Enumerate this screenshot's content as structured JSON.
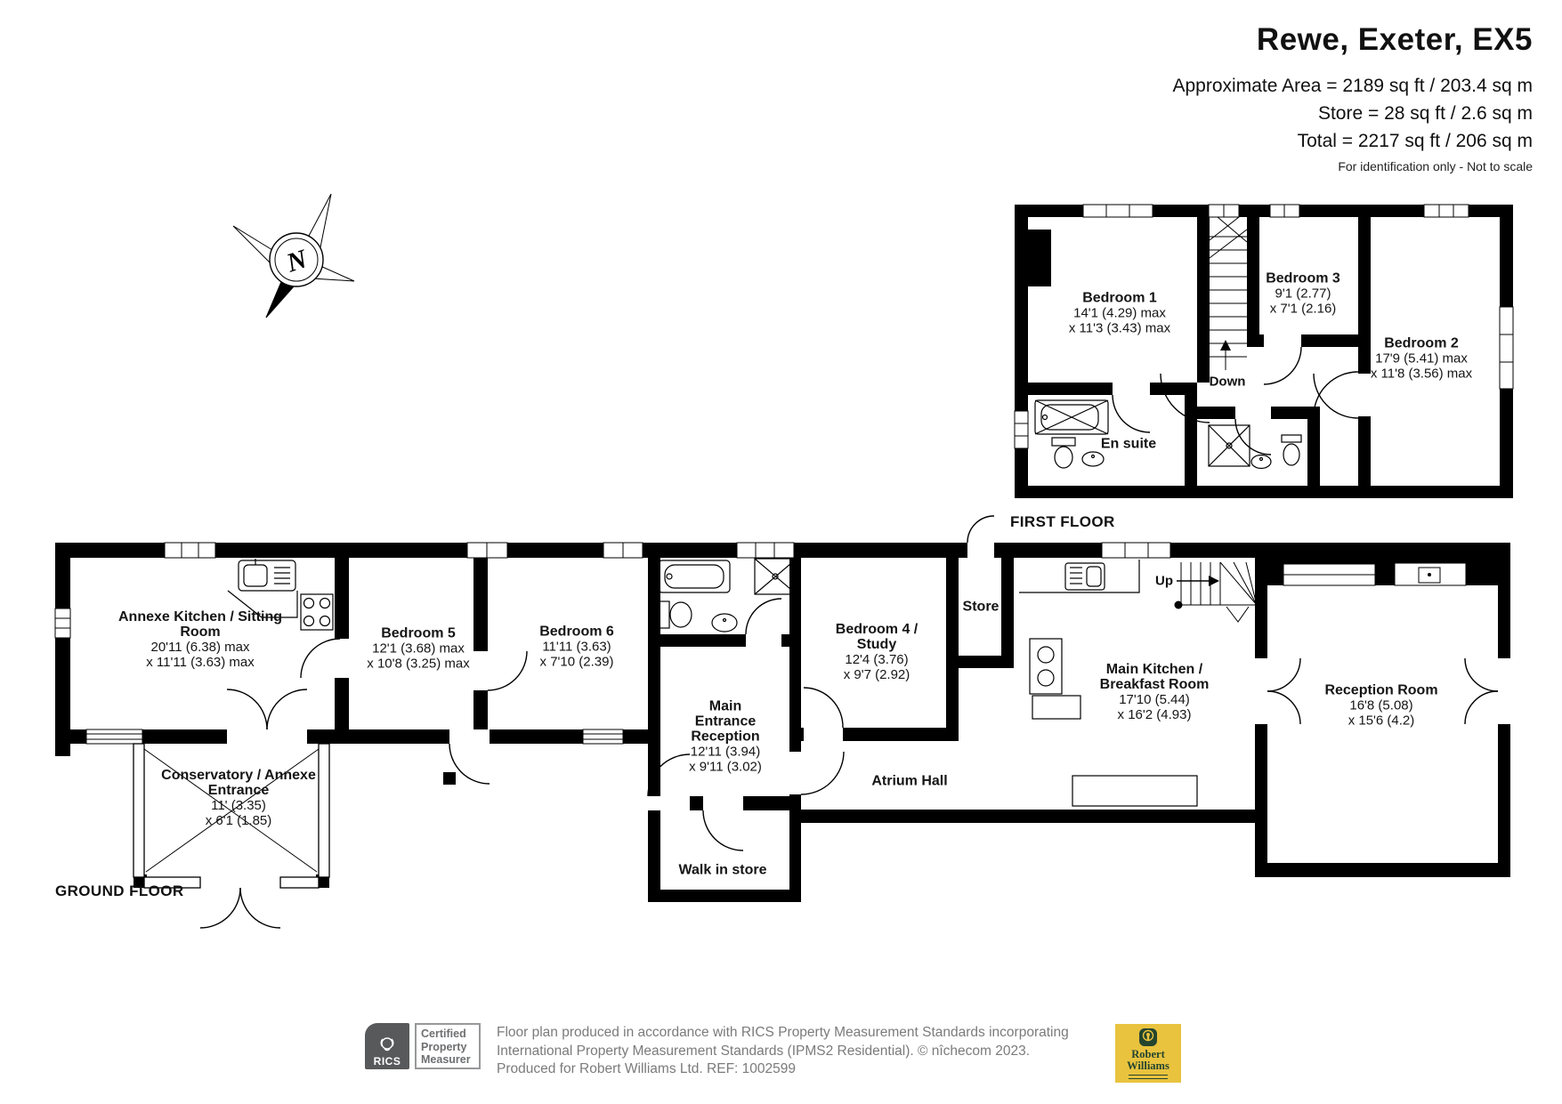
{
  "header": {
    "title": "Rewe, Exeter, EX5",
    "area_line1": "Approximate Area = 2189 sq ft / 203.4 sq m",
    "area_line2": "Store = 28 sq ft / 2.6 sq m",
    "area_line3": "Total = 2217 sq ft / 206 sq m",
    "disclaimer": "For identification only - Not to scale"
  },
  "compass": {
    "north": "N"
  },
  "first_floor": {
    "label": "FIRST FLOOR",
    "stairs_label": "Down",
    "rooms": {
      "bedroom1": {
        "name": "Bedroom 1",
        "dim1": "14'1 (4.29) max",
        "dim2": "x 11'3 (3.43) max"
      },
      "bedroom3": {
        "name": "Bedroom 3",
        "dim1": "9'1 (2.77)",
        "dim2": "x 7'1 (2.16)"
      },
      "bedroom2": {
        "name": "Bedroom 2",
        "dim1": "17'9 (5.41) max",
        "dim2": "x 11'8 (3.56) max"
      },
      "ensuite": {
        "name": "En suite"
      }
    }
  },
  "ground_floor": {
    "label": "GROUND FLOOR",
    "stairs_label": "Up",
    "rooms": {
      "annexe": {
        "name": "Annexe Kitchen / Sitting Room",
        "dim1": "20'11 (6.38) max",
        "dim2": "x 11'11 (3.63) max"
      },
      "bedroom5": {
        "name": "Bedroom 5",
        "dim1": "12'1 (3.68) max",
        "dim2": "x 10'8 (3.25) max"
      },
      "bedroom6": {
        "name": "Bedroom 6",
        "dim1": "11'11 (3.63)",
        "dim2": "x 7'10 (2.39)"
      },
      "entrance": {
        "name": "Main Entrance Reception",
        "dim1": "12'11 (3.94)",
        "dim2": "x 9'11 (3.02)"
      },
      "bedroom4": {
        "name": "Bedroom 4 / Study",
        "dim1": "12'4 (3.76)",
        "dim2": "x 9'7 (2.92)"
      },
      "store": {
        "name": "Store"
      },
      "atrium": {
        "name": "Atrium Hall"
      },
      "kitchen": {
        "name": "Main Kitchen / Breakfast Room",
        "dim1": "17'10 (5.44)",
        "dim2": "x 16'2 (4.93)"
      },
      "reception": {
        "name": "Reception Room",
        "dim1": "16'8 (5.08)",
        "dim2": "x 15'6 (4.2)"
      },
      "conservatory": {
        "name": "Conservatory / Annexe Entrance",
        "dim1": "11' (3.35)",
        "dim2": "x 6'1 (1.85)"
      },
      "walkin": {
        "name": "Walk in store"
      }
    }
  },
  "footer": {
    "rics_label": "RICS",
    "certification": "Certified Property Measurer",
    "line1": "Floor plan produced in accordance with RICS Property Measurement Standards incorporating",
    "line2": "International Property Measurement Standards (IPMS2 Residential).   © nîchecom 2023.",
    "line3": "Produced for Robert Williams Ltd.   REF: 1002599",
    "rw_name": "Robert Williams"
  },
  "colors": {
    "wall": "#000000",
    "footer_gray": "#7b7b7b",
    "rics_gray": "#58595b",
    "rw_gold": "#e9c33e",
    "rw_green": "#24452e"
  }
}
